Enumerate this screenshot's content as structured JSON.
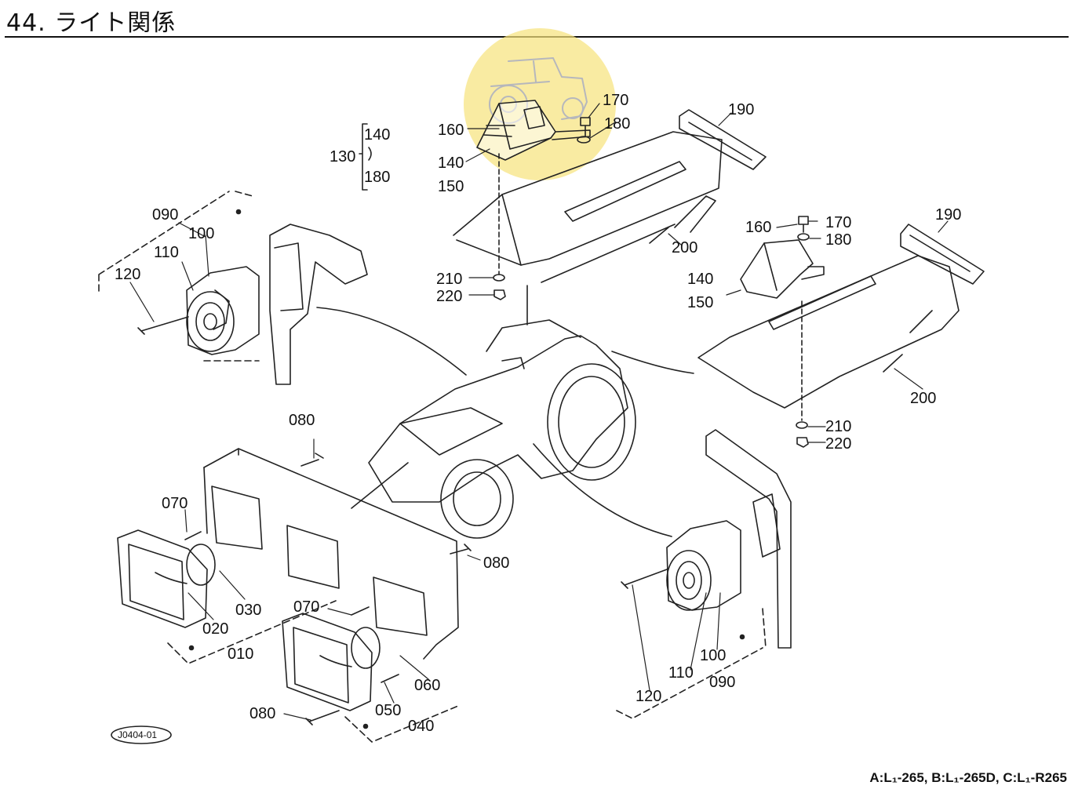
{
  "page": {
    "title": "44. ライト関係",
    "footer_models": "A:L₁-265, B:L₁-265D, C:L₁-R265",
    "drawing_code": "J0404-01"
  },
  "callouts": [
    {
      "id": "c160a",
      "text": "160"
    },
    {
      "id": "c170a",
      "text": "170"
    },
    {
      "id": "c180a",
      "text": "180"
    },
    {
      "id": "c140a",
      "text": "140"
    },
    {
      "id": "c150a",
      "text": "150"
    },
    {
      "id": "c130",
      "text": "130"
    },
    {
      "id": "c140g",
      "text": "140"
    },
    {
      "id": "c180g",
      "text": "180"
    },
    {
      "id": "c190a",
      "text": "190"
    },
    {
      "id": "c200a",
      "text": "200"
    },
    {
      "id": "c210a",
      "text": "210"
    },
    {
      "id": "c220a",
      "text": "220"
    },
    {
      "id": "c090a",
      "text": "090"
    },
    {
      "id": "c100a",
      "text": "100"
    },
    {
      "id": "c110a",
      "text": "110"
    },
    {
      "id": "c120a",
      "text": "120"
    },
    {
      "id": "c160b",
      "text": "160"
    },
    {
      "id": "c170b",
      "text": "170"
    },
    {
      "id": "c180b",
      "text": "180"
    },
    {
      "id": "c140b",
      "text": "140"
    },
    {
      "id": "c150b",
      "text": "150"
    },
    {
      "id": "c190b",
      "text": "190"
    },
    {
      "id": "c200b",
      "text": "200"
    },
    {
      "id": "c210b",
      "text": "210"
    },
    {
      "id": "c220b",
      "text": "220"
    },
    {
      "id": "c080a",
      "text": "080"
    },
    {
      "id": "c070a",
      "text": "070"
    },
    {
      "id": "c080b",
      "text": "080"
    },
    {
      "id": "c030",
      "text": "030"
    },
    {
      "id": "c020",
      "text": "020"
    },
    {
      "id": "c010",
      "text": "010"
    },
    {
      "id": "c070b",
      "text": "070"
    },
    {
      "id": "c060",
      "text": "060"
    },
    {
      "id": "c050",
      "text": "050"
    },
    {
      "id": "c040",
      "text": "040"
    },
    {
      "id": "c080c",
      "text": "080"
    },
    {
      "id": "c120b",
      "text": "120"
    },
    {
      "id": "c110b",
      "text": "110"
    },
    {
      "id": "c100b",
      "text": "100"
    },
    {
      "id": "c090b",
      "text": "090"
    }
  ],
  "highlight_color": "#f7e27a"
}
